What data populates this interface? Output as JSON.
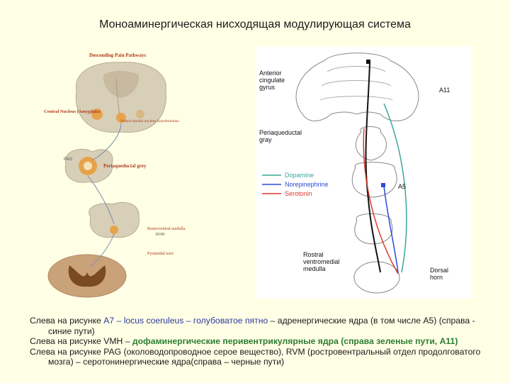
{
  "title": "Моноаминергическая нисходящая модулирующая система",
  "left_figure": {
    "heading": "Descending Pain Pathways",
    "labels": {
      "central_nucleus": "Central Nucleus (Amygdala)",
      "vmh": "Ventral medial nucleus hypothalamus",
      "pag": "PAG",
      "periaqueductal": "Periaqueductal grey",
      "rvm": "Rostroventral medulla",
      "rvm_abbr": "RVM",
      "pyramidal": "Pyramidal tract"
    }
  },
  "right_figure": {
    "labels": {
      "anterior_cingulate": "Anterior cingulate gyrus",
      "a11": "A11",
      "periaqueductal_gray": "Periaqueductal gray",
      "a5": "A5",
      "rostral_ventromedial": "Rostral ventromedial medulla",
      "dorsal_horn": "Dorsal horn"
    },
    "legend": [
      {
        "label": "Dopamine",
        "color": "#3aa89a"
      },
      {
        "label": "Norepinephrine",
        "color": "#2b4bd8"
      },
      {
        "label": "Serotonin",
        "color": "#d83a2b"
      }
    ]
  },
  "caption": {
    "line1_prefix": "Слева на рисунке ",
    "line1_highlight": "A7 – locus coeruleus – голубоватое пятно",
    "line1_suffix": "  – адренергические ядра (в том числе A5) (справа - синие пути)",
    "line2_prefix": "Слева на рисунке VMH – ",
    "line2_highlight": "дофаминергические перивентрикулярные ядра (справа зеленые пути, A11)",
    "line3": "Слева на рисунке PAG (околоводопроводное серое вещество), RVM (ростровентральный отдел продолговатого мозга) – серотонинергические ядра(справа – черные пути)"
  }
}
